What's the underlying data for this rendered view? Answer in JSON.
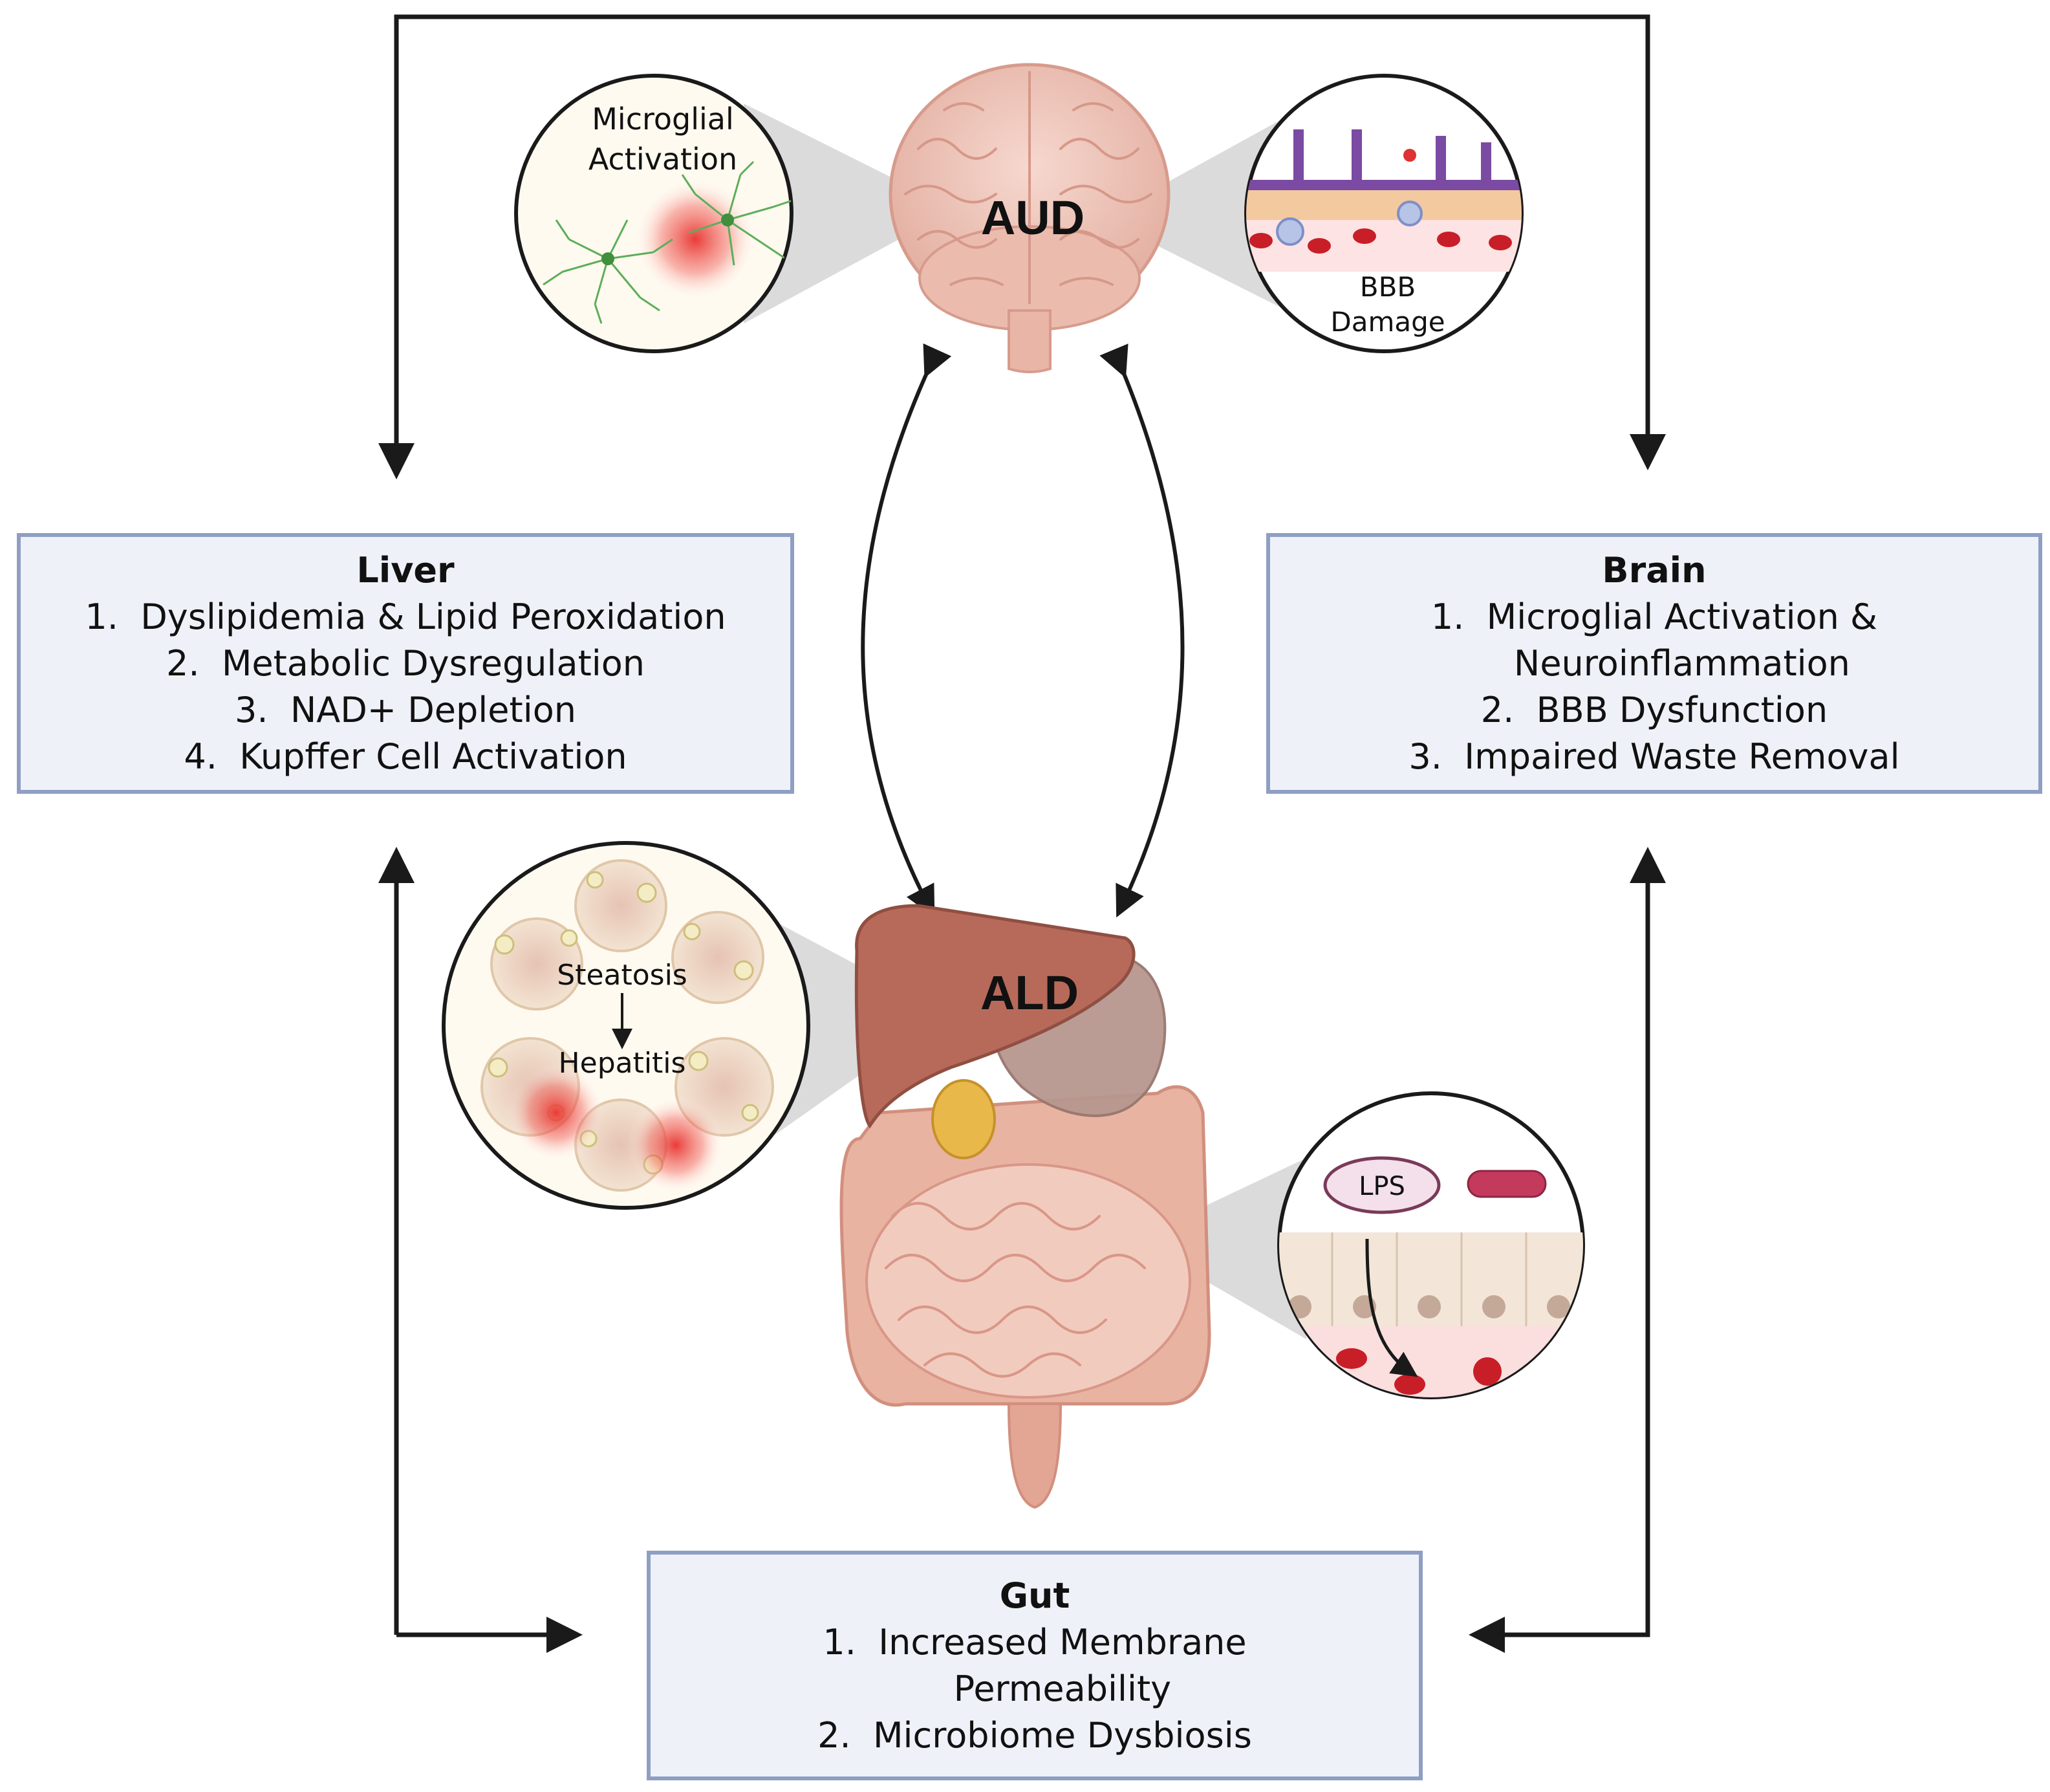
{
  "organs": {
    "brain_label": "AUD",
    "liver_label": "ALD"
  },
  "insets": {
    "microglia": "Microglial\nActivation",
    "microglia_l1": "Microglial",
    "microglia_l2": "Activation",
    "bbb_l1": "BBB",
    "bbb_l2": "Damage",
    "steatosis": "Steatosis",
    "hepatitis": "Hepatitis",
    "lps": "LPS"
  },
  "boxes": {
    "liver": {
      "title": "Liver",
      "lines": [
        "1.  Dyslipidemia & Lipid Peroxidation",
        "2.  Metabolic Dysregulation",
        "3.  NAD+ Depletion",
        "4.  Kupffer Cell Activation"
      ]
    },
    "brain": {
      "title": "Brain",
      "lines": [
        "1.  Microglial Activation &",
        "     Neuroinflammation",
        "2.  BBB Dysfunction",
        "3.  Impaired Waste Removal"
      ]
    },
    "gut": {
      "title": "Gut",
      "lines": [
        "1.  Increased Membrane",
        "     Permeability",
        "2.  Microbiome Dysbiosis"
      ]
    }
  },
  "colors": {
    "box_fill": "#eef2f8",
    "box_border": "#8f9ec3",
    "arrow": "#1a1a1a",
    "brain": "#f1c8bd",
    "liver": "#b86a5a",
    "intestine": "#eab7a7",
    "inflammation": "#e8322f"
  }
}
